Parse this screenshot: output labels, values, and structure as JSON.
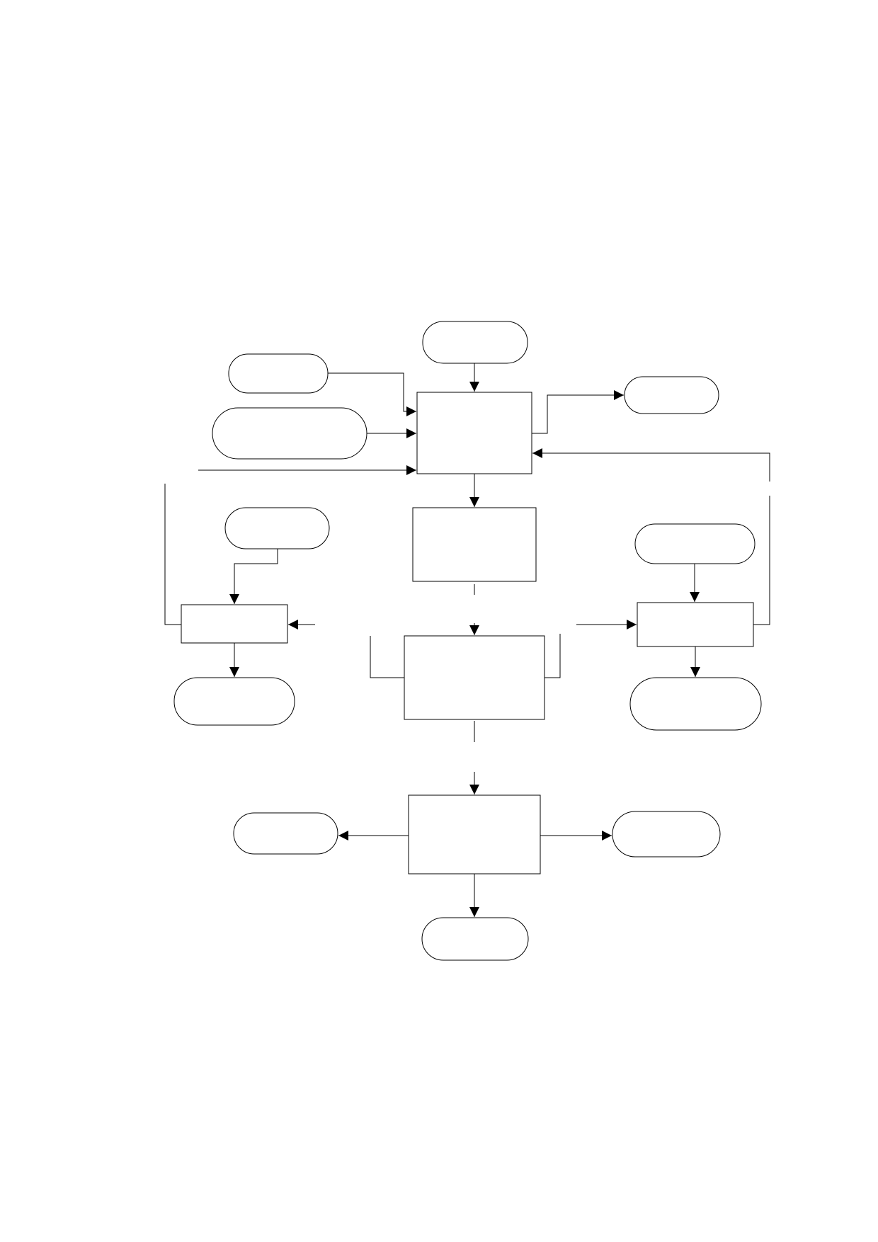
{
  "diagram": {
    "type": "flowchart",
    "stroke_color": "#000000",
    "background_color": "#ffffff",
    "nodes": [
      {
        "id": "top-terminal",
        "shape": "rounded",
        "label": ""
      },
      {
        "id": "input-terminal-1",
        "shape": "rounded",
        "label": ""
      },
      {
        "id": "input-terminal-2",
        "shape": "rounded",
        "label": ""
      },
      {
        "id": "output-terminal-right",
        "shape": "rounded",
        "label": ""
      },
      {
        "id": "main-process",
        "shape": "rect",
        "label": ""
      },
      {
        "id": "process-2",
        "shape": "rect",
        "label": ""
      },
      {
        "id": "left-input-terminal",
        "shape": "rounded",
        "label": ""
      },
      {
        "id": "left-process",
        "shape": "rect",
        "label": ""
      },
      {
        "id": "left-output-terminal",
        "shape": "rounded",
        "label": ""
      },
      {
        "id": "right-input-terminal",
        "shape": "rounded",
        "label": ""
      },
      {
        "id": "right-process",
        "shape": "rect",
        "label": ""
      },
      {
        "id": "right-output-terminal",
        "shape": "rounded",
        "label": ""
      },
      {
        "id": "process-3",
        "shape": "rect",
        "label": ""
      },
      {
        "id": "process-4",
        "shape": "rect",
        "label": ""
      },
      {
        "id": "bottom-left-terminal",
        "shape": "rounded",
        "label": ""
      },
      {
        "id": "bottom-right-terminal",
        "shape": "rounded",
        "label": ""
      },
      {
        "id": "bottom-terminal",
        "shape": "rounded",
        "label": ""
      }
    ],
    "edges": [
      {
        "from": "top-terminal",
        "to": "main-process"
      },
      {
        "from": "input-terminal-1",
        "to": "main-process"
      },
      {
        "from": "input-terminal-2",
        "to": "main-process"
      },
      {
        "from": "left-process",
        "to": "main-process"
      },
      {
        "from": "main-process",
        "to": "output-terminal-right"
      },
      {
        "from": "right-process",
        "to": "main-process"
      },
      {
        "from": "main-process",
        "to": "process-2"
      },
      {
        "from": "left-input-terminal",
        "to": "left-process"
      },
      {
        "from": "left-process",
        "to": "left-output-terminal"
      },
      {
        "from": "process-3",
        "to": "left-process"
      },
      {
        "from": "process-2",
        "to": "process-3"
      },
      {
        "from": "process-3",
        "to": "right-process"
      },
      {
        "from": "right-input-terminal",
        "to": "right-process"
      },
      {
        "from": "right-process",
        "to": "right-output-terminal"
      },
      {
        "from": "process-3",
        "to": "process-4"
      },
      {
        "from": "process-4",
        "to": "bottom-left-terminal"
      },
      {
        "from": "process-4",
        "to": "bottom-right-terminal"
      },
      {
        "from": "process-4",
        "to": "bottom-terminal"
      }
    ]
  }
}
